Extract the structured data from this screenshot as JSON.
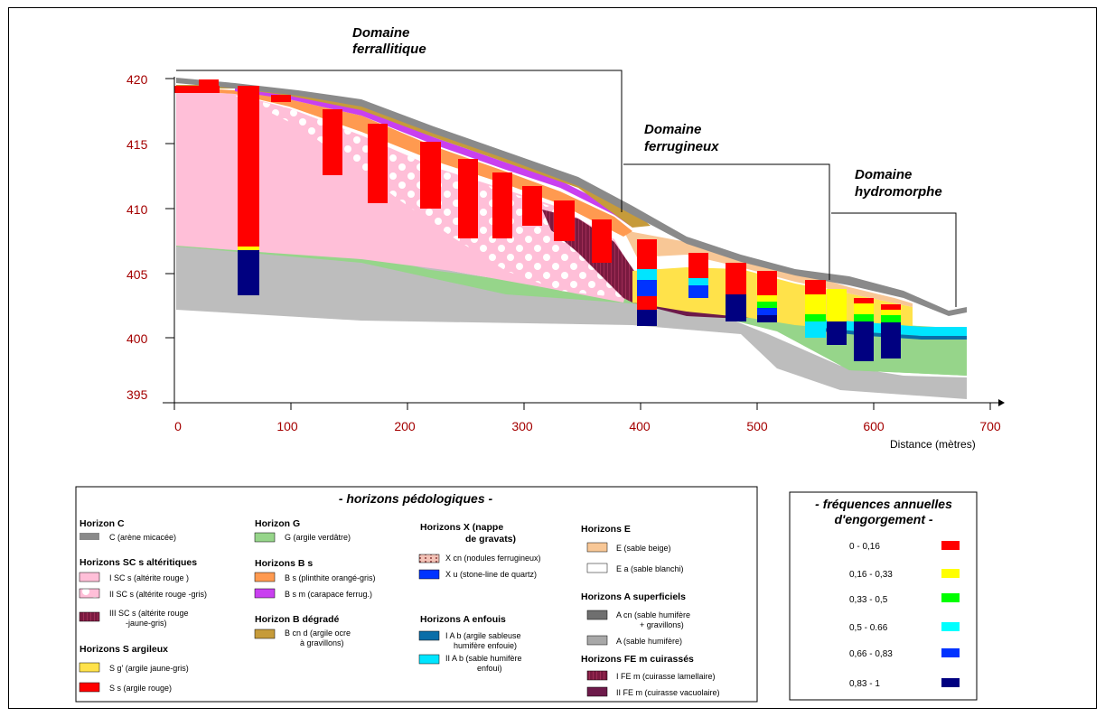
{
  "y_axis": {
    "ticks": [
      "420",
      "415",
      "410",
      "405",
      "400",
      "395"
    ]
  },
  "x_axis": {
    "ticks": [
      "0",
      "100",
      "200",
      "300",
      "400",
      "500",
      "600",
      "700"
    ],
    "label": "Distance (mètres)"
  },
  "domains": [
    {
      "line1": "Domaine",
      "line2": "ferrallitique"
    },
    {
      "line1": "Domaine",
      "line2": "ferrugineux"
    },
    {
      "line1": "Domaine",
      "line2": "hydromorphe"
    }
  ],
  "legend": {
    "title": "- horizons  pédologiques -",
    "groups": {
      "c": "Horizon C",
      "g": "Horizon G",
      "x_l1": "Horizons X (nappe",
      "x_l2": "de gravats)",
      "e": "Horizons E",
      "sc": "Horizons SC s altéritiques",
      "bs": "Horizons B s",
      "bd": "Horizon B dégradé",
      "ab": "Horizons A enfouis",
      "asup": "Horizons A superficiels",
      "s": "Horizons S argileux",
      "fe": "Horizons FE m cuirassés"
    },
    "items": {
      "c": "C (arène micacée)",
      "g": "G (argile verdâtre)",
      "xcn": "X cn (nodules ferrugineux)",
      "xu": "X u (stone-line de quartz)",
      "e": "E (sable beige)",
      "ea": "E a (sable blanchi)",
      "sc1": "I SC s (altérite rouge )",
      "sc2": "II SC s (altérite rouge -gris)",
      "sc3_l1": "III SC s (altérite rouge",
      "sc3_l2": "-jaune-gris)",
      "bs": "B s (plinthite orangé-gris)",
      "bsm": "B s m (carapace ferrug.)",
      "bcnd_l1": "B cn d (argile ocre",
      "bcnd_l2": "à gravillons)",
      "iab_l1": "I A b (argile sableuse",
      "iab_l2": "humifère enfouie)",
      "iiab_l1": "II A b (sable humifère",
      "iiab_l2": "enfoui)",
      "acn_l1": "A cn (sable humifère",
      "acn_l2": "+ gravillons)",
      "a": "A  (sable humifère)",
      "sg": "S g' (argile jaune-gris)",
      "ss": "S s (argile rouge)",
      "fe1": "I FE m (cuirasse lamellaire)",
      "fe2": "II FE m (cuirasse vacuolaire)"
    }
  },
  "frequencies": {
    "title_l1": "- fréquences annuelles",
    "title_l2": "d'engorgement -",
    "items": [
      {
        "label": "0 - 0,16",
        "color": "#ff0000"
      },
      {
        "label": "0,16 - 0,33",
        "color": "#ffff00"
      },
      {
        "label": "0,33 - 0,5",
        "color": "#00ff00"
      },
      {
        "label": "0,5 - 0.66",
        "color": "#00ffff"
      },
      {
        "label": "0,66 - 0,83",
        "color": "#0033ff"
      },
      {
        "label": "0,83 - 1",
        "color": "#000080"
      }
    ]
  },
  "colors": {
    "axis_numbers": "#a40000",
    "altérite_rouge": "#ffbfd8",
    "argile_verdâtre": "#96d58a",
    "arène_micacée": "#bdbdbd",
    "argile_rouge": "#ff0000",
    "argile_jaune_gris": "#ffe24a"
  }
}
